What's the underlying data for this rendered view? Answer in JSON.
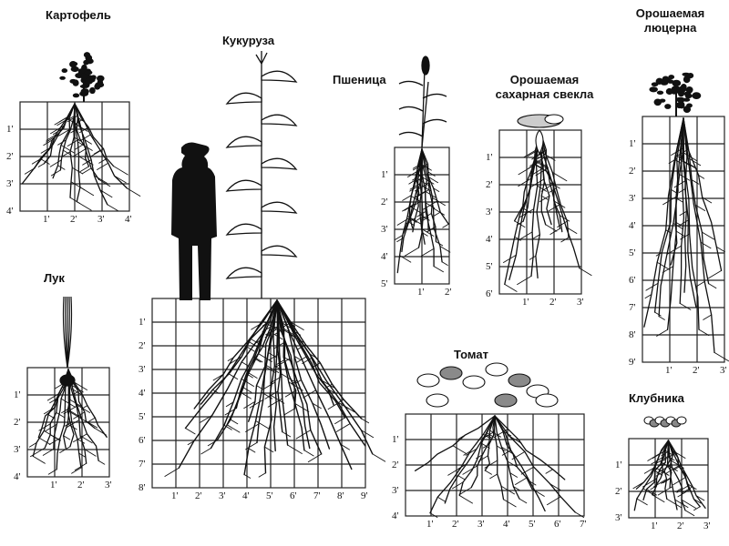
{
  "plants": [
    {
      "id": "potato",
      "title": "Картофель",
      "depth_ticks": [
        "1'",
        "2'",
        "3'",
        "4'"
      ],
      "width_ticks": [
        "1'",
        "2'",
        "3'",
        "4'"
      ]
    },
    {
      "id": "corn",
      "title": "Кукуруза",
      "depth_ticks": [
        "1'",
        "2'",
        "3'",
        "4'",
        "5'",
        "6'",
        "7'",
        "8'"
      ],
      "width_ticks": [
        "1'",
        "2'",
        "3'",
        "4'",
        "5'",
        "6'",
        "7'",
        "8'",
        "9'"
      ]
    },
    {
      "id": "wheat",
      "title": "Пшеница",
      "depth_ticks": [
        "1'",
        "2'",
        "3'",
        "4'",
        "5'"
      ],
      "width_ticks": [
        "1'",
        "2'"
      ]
    },
    {
      "id": "sugar-beet",
      "title_lines": [
        "Орошаемая",
        "сахарная свекла"
      ],
      "depth_ticks": [
        "1'",
        "2'",
        "3'",
        "4'",
        "5'",
        "6'"
      ],
      "width_ticks": [
        "1'",
        "2'",
        "3'"
      ]
    },
    {
      "id": "alfalfa",
      "title_lines": [
        "Орошаемая",
        "люцерна"
      ],
      "depth_ticks": [
        "1'",
        "2'",
        "3'",
        "4'",
        "5'",
        "6'",
        "7'",
        "8'",
        "9'"
      ],
      "width_ticks": [
        "1'",
        "2'",
        "3'"
      ]
    },
    {
      "id": "onion",
      "title": "Лук",
      "depth_ticks": [
        "1'",
        "2'",
        "3'",
        "4'"
      ],
      "width_ticks": [
        "1'",
        "2'",
        "3'"
      ]
    },
    {
      "id": "tomato",
      "title": "Томат",
      "depth_ticks": [
        "1'",
        "2'",
        "3'",
        "4'"
      ],
      "width_ticks": [
        "1'",
        "2'",
        "3'",
        "4'",
        "5'",
        "6'",
        "7'"
      ]
    },
    {
      "id": "strawberry",
      "title": "Клубника",
      "depth_ticks": [
        "1'",
        "2'",
        "3'"
      ],
      "width_ticks": [
        "1'",
        "2'",
        "3'"
      ]
    }
  ],
  "colors": {
    "ink": "#111111",
    "grid": "#222222",
    "leaf_grey": "#8a8a8a",
    "background": "#ffffff"
  }
}
